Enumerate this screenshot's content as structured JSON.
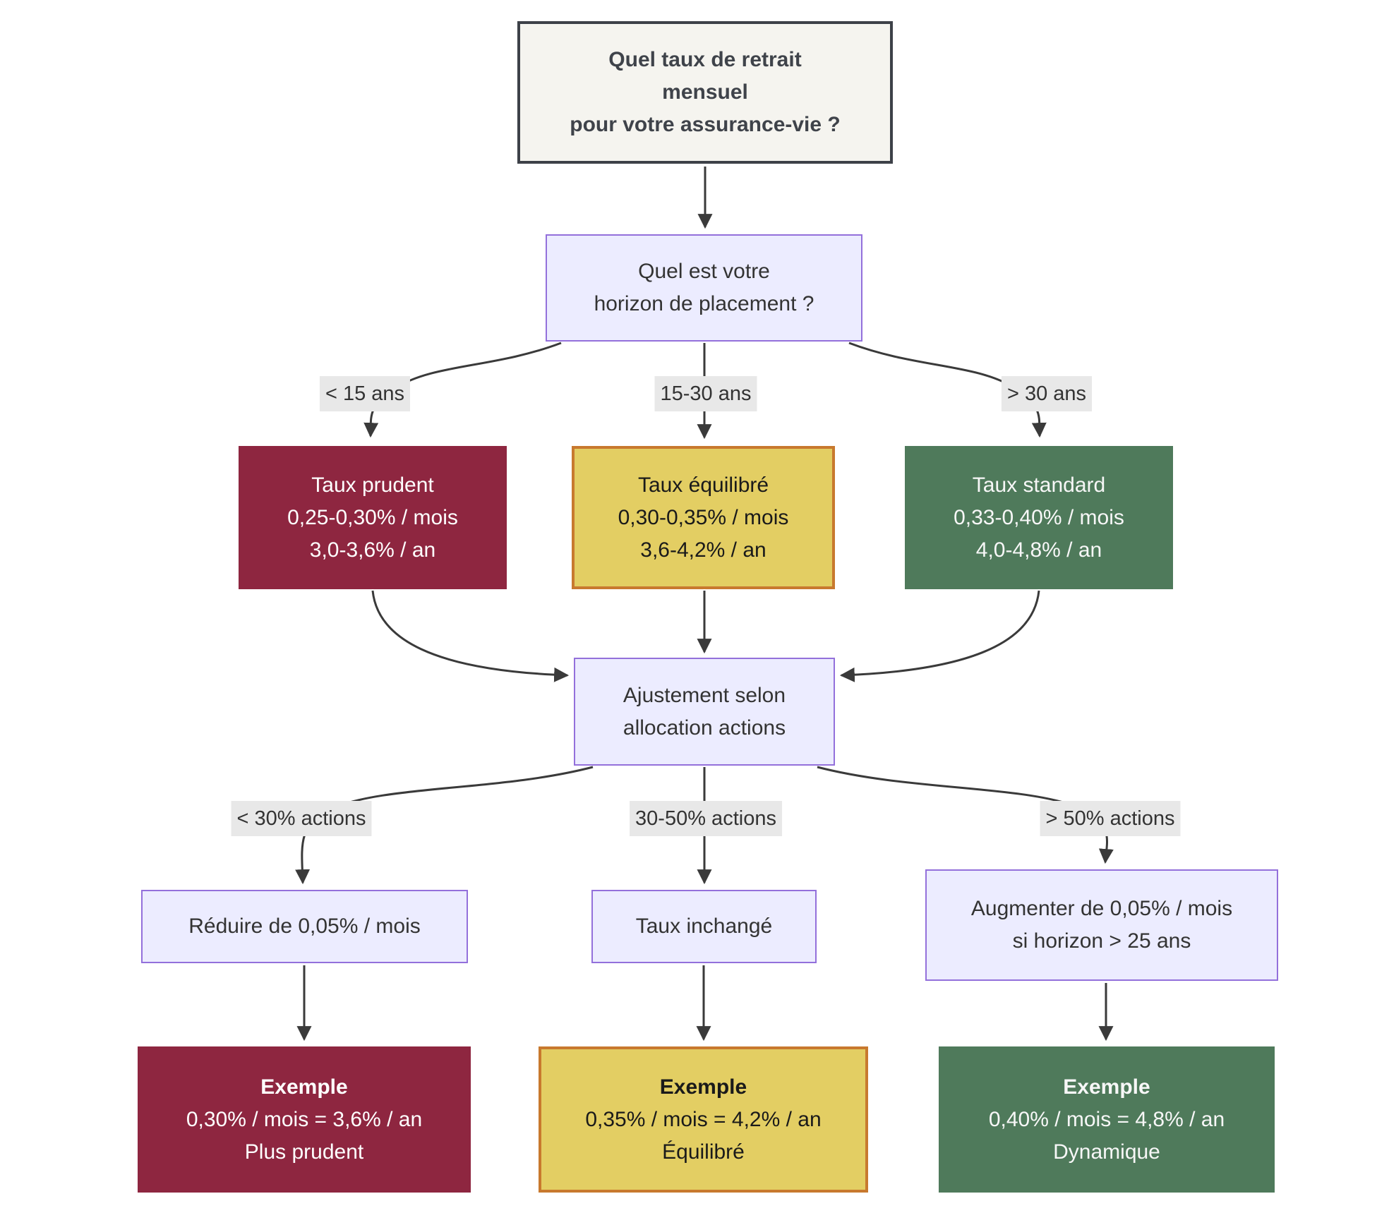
{
  "colors": {
    "maroon": "#8e2640",
    "yellow_fill": "#e3ce63",
    "yellow_border": "#c8792e",
    "green": "#4f7a5b",
    "lavender_fill": "#ececff",
    "lavender_border": "#9370db",
    "start_fill": "#f5f4ef",
    "start_border": "#3d4148",
    "edge_label_bg": "#e8e8e8",
    "arrow": "#3a3a3a"
  },
  "nodes": {
    "start": {
      "lines": [
        "Quel taux de retrait",
        "mensuel",
        "pour votre assurance-vie ?"
      ]
    },
    "horizon": {
      "lines": [
        "Quel est votre",
        "horizon de placement ?"
      ]
    },
    "prudent": {
      "lines": [
        "Taux prudent",
        "0,25-0,30% / mois",
        "3,0-3,6% / an"
      ]
    },
    "equilibre": {
      "lines": [
        "Taux équilibré",
        "0,30-0,35% / mois",
        "3,6-4,2% / an"
      ]
    },
    "standard": {
      "lines": [
        "Taux standard",
        "0,33-0,40% / mois",
        "4,0-4,8% / an"
      ]
    },
    "ajustement": {
      "lines": [
        "Ajustement selon",
        "allocation actions"
      ]
    },
    "reduire": {
      "lines": [
        "Réduire de 0,05% / mois"
      ]
    },
    "inchange": {
      "lines": [
        "Taux inchangé"
      ]
    },
    "augmenter": {
      "lines": [
        "Augmenter de 0,05% / mois",
        "si horizon > 25 ans"
      ]
    },
    "exemple_prudent": {
      "title": "Exemple",
      "lines": [
        "0,30% / mois = 3,6% / an",
        "Plus prudent"
      ]
    },
    "exemple_equilibre": {
      "title": "Exemple",
      "lines": [
        "0,35% / mois = 4,2% / an",
        "Équilibré"
      ]
    },
    "exemple_dynamique": {
      "title": "Exemple",
      "lines": [
        "0,40% / mois = 4,8% / an",
        "Dynamique"
      ]
    }
  },
  "edge_labels": {
    "lt15": "< 15 ans",
    "y15_30": "15-30 ans",
    "gt30": "> 30 ans",
    "lt30_actions": "< 30% actions",
    "a30_50_actions": "30-50% actions",
    "gt50_actions": "> 50% actions"
  }
}
